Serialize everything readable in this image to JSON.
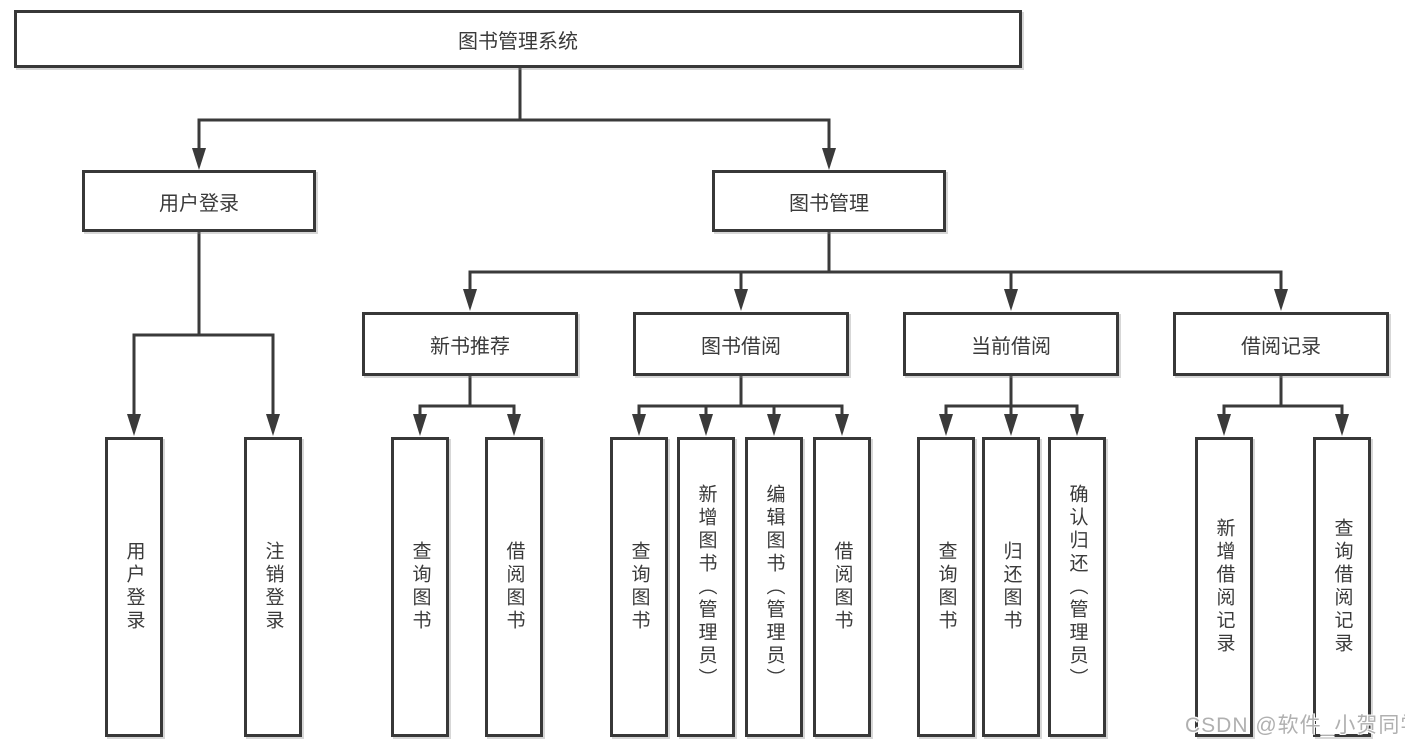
{
  "diagram": {
    "root": {
      "label": "图书管理系统"
    },
    "level2": [
      {
        "label": "用户登录"
      },
      {
        "label": "图书管理"
      }
    ],
    "level3": [
      {
        "label": "新书推荐",
        "parent": "图书管理"
      },
      {
        "label": "图书借阅",
        "parent": "图书管理"
      },
      {
        "label": "当前借阅",
        "parent": "图书管理"
      },
      {
        "label": "借阅记录",
        "parent": "图书管理"
      }
    ],
    "leaves": [
      {
        "label": "用户登录",
        "parent": "用户登录"
      },
      {
        "label": "注销登录",
        "parent": "用户登录"
      },
      {
        "label": "查询图书",
        "parent": "新书推荐"
      },
      {
        "label": "借阅图书",
        "parent": "新书推荐"
      },
      {
        "label": "查询图书",
        "parent": "图书借阅"
      },
      {
        "label": "新增图书（管理员）",
        "parent": "图书借阅"
      },
      {
        "label": "编辑图书（管理员）",
        "parent": "图书借阅"
      },
      {
        "label": "借阅图书",
        "parent": "图书借阅"
      },
      {
        "label": "查询图书",
        "parent": "当前借阅"
      },
      {
        "label": "归还图书",
        "parent": "当前借阅"
      },
      {
        "label": "确认归还（管理员）",
        "parent": "当前借阅"
      },
      {
        "label": "新增借阅记录",
        "parent": "借阅记录"
      },
      {
        "label": "查询借阅记录",
        "parent": "借阅记录"
      }
    ]
  },
  "watermark": {
    "text": "CSDN @软件_小贺同学"
  },
  "colors": {
    "line": "#3a3a3a",
    "text": "#3a3a3a",
    "box_background": "#ffffff",
    "page_background": "#ffffff",
    "watermark": "#b0b0b0"
  }
}
